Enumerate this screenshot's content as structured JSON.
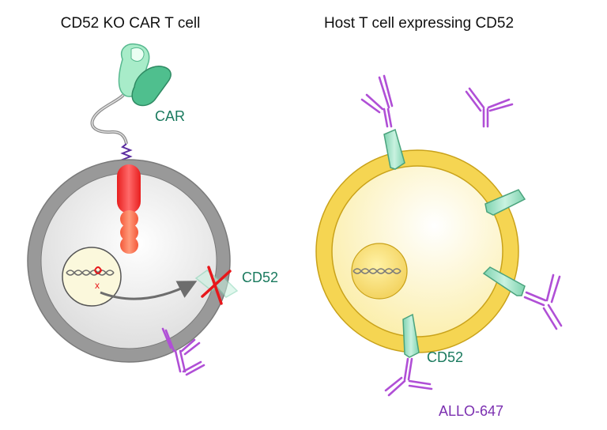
{
  "left_panel": {
    "title": "CD52 KO CAR T cell",
    "car_label": "CAR",
    "cd52_label": "CD52",
    "knockout_mark": "x"
  },
  "right_panel": {
    "title": "Host T cell expressing CD52",
    "cd52_label": "CD52",
    "antibody_label": "ALLO-647"
  },
  "colors": {
    "car_green": "#8ee0bb",
    "car_dark_green": "#3fb283",
    "label_green": "#1a7a5e",
    "membrane_gray": "#8e8e8e",
    "cd52_green": "#a8e6cc",
    "antibody_purple": "#b04fd6",
    "label_purple": "#7b2fb0",
    "knockout_red": "#e8171b",
    "signal_red": "#ff3b3b",
    "host_membrane": "#f5d552",
    "host_cytoplasm": "#fff6cc",
    "nucleus_fill": "#fbf8dc"
  }
}
